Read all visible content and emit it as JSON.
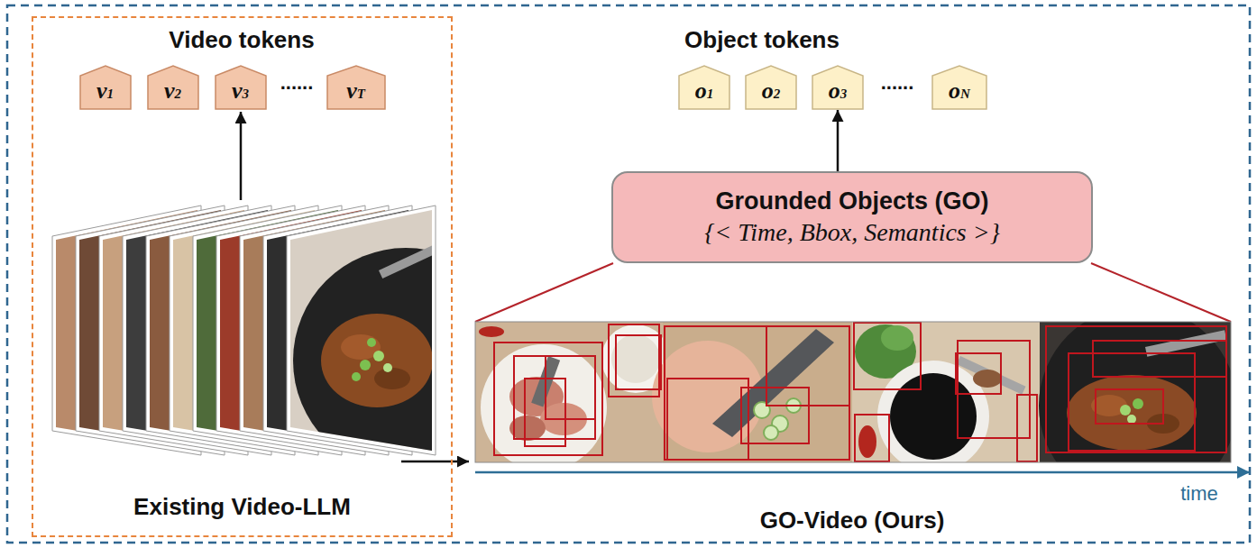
{
  "diagram": {
    "nodes": [
      {
        "text": [
          "Existing Video-LLM"
        ]
      },
      {
        "text": [
          "v1"
        ],
        "in": 0
      },
      {
        "text": [
          "v2"
        ],
        "in": 0
      },
      {
        "text": [
          "v3"
        ],
        "in": 0
      },
      {
        "text": [
          "vT"
        ],
        "in": 0
      },
      {
        "text": [
          "o1"
        ]
      },
      {
        "text": [
          "o2"
        ]
      },
      {
        "text": [
          "o3"
        ]
      },
      {
        "text": [
          "oN"
        ]
      },
      {
        "text": [
          "Grounded Objects (GO)",
          "{< Time, Bbox, Semantics >}"
        ]
      }
    ],
    "edges": [
      {
        "from": 9,
        "to": 7,
        "arrow": "to"
      }
    ],
    "labels": [
      "Video tokens",
      "......",
      "Object tokens",
      "......",
      "time",
      "GO-Video (Ours)"
    ]
  }
}
